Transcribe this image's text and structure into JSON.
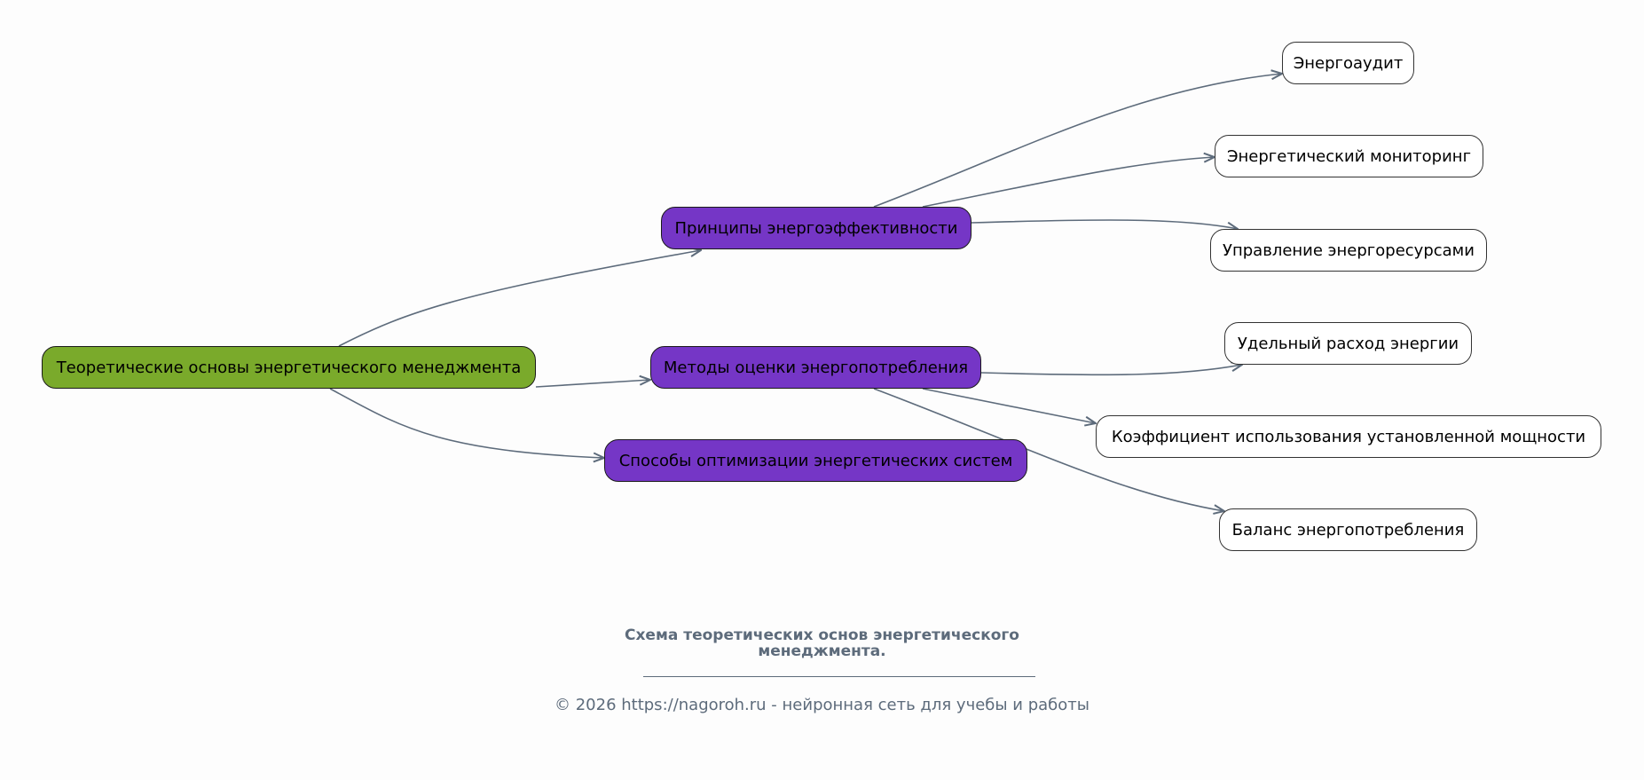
{
  "diagram": {
    "root": {
      "id": "root",
      "label": "Теоретические основы энергетического менеджмента",
      "color": "#7aaa2b"
    },
    "branches": [
      {
        "id": "principles",
        "label": "Принципы энергоэффективности",
        "color": "#7536c6",
        "children": [
          {
            "id": "audit",
            "label": "Энергоаудит"
          },
          {
            "id": "monitoring",
            "label": "Энергетический мониторинг"
          },
          {
            "id": "resources",
            "label": "Управление энергоресурсами"
          }
        ]
      },
      {
        "id": "methods",
        "label": "Методы оценки энергопотребления",
        "color": "#7536c6",
        "children": [
          {
            "id": "specific",
            "label": "Удельный расход энергии"
          },
          {
            "id": "coefficient",
            "label": "Коэффициент использования установленной мощности"
          },
          {
            "id": "balance",
            "label": "Баланс энергопотребления"
          }
        ]
      },
      {
        "id": "ways",
        "label": "Способы оптимизации энергетических систем",
        "color": "#7536c6",
        "children": []
      }
    ],
    "edge_color": "#5d6b7b"
  },
  "caption": {
    "title_line1": "Схема теоретических основ энергетического",
    "title_line2": "менеджмента.",
    "footer": "© 2026 https://nagoroh.ru - нейронная сеть для учебы и работы"
  }
}
